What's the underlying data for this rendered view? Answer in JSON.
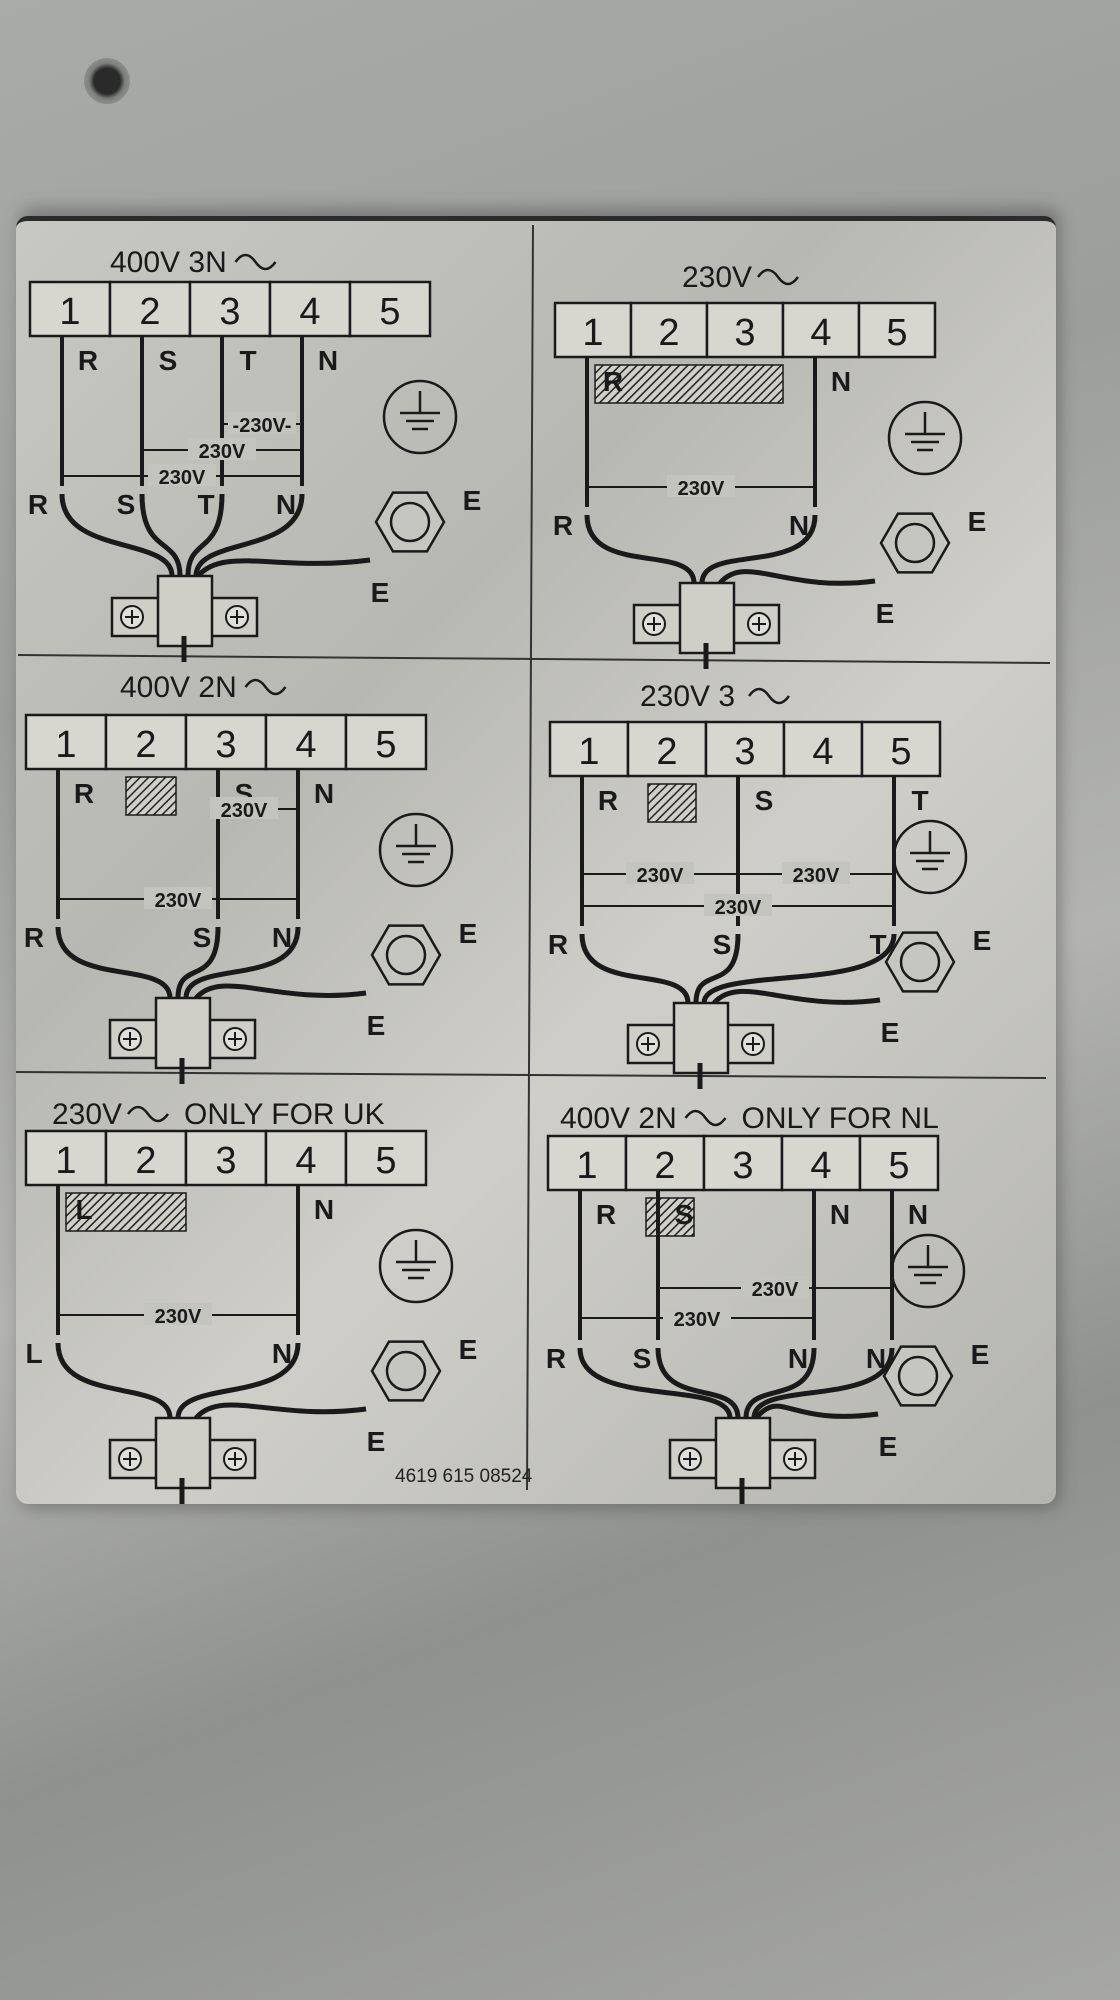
{
  "part_number": "4619 615 08524",
  "panels": [
    {
      "id": "p1",
      "title": "400V 3N",
      "terminals": [
        "1",
        "2",
        "3",
        "4",
        "5"
      ],
      "wire_labels_top": [
        "R",
        "S",
        "T",
        "N"
      ],
      "voltages": [
        "-230V-",
        "230V",
        "230V"
      ],
      "wire_labels_bottom": [
        "R",
        "S",
        "T",
        "N"
      ],
      "earth_label": "E",
      "earth_wire_label": "E"
    },
    {
      "id": "p2",
      "title": "230V",
      "terminals": [
        "1",
        "2",
        "3",
        "4",
        "5"
      ],
      "wire_labels_top": [
        "R",
        "N"
      ],
      "voltages": [
        "230V"
      ],
      "wire_labels_bottom": [
        "R",
        "N"
      ],
      "earth_label": "E",
      "earth_wire_label": "E"
    },
    {
      "id": "p3",
      "title": "400V 2N",
      "terminals": [
        "1",
        "2",
        "3",
        "4",
        "5"
      ],
      "wire_labels_top": [
        "R",
        "S",
        "N"
      ],
      "voltages": [
        "230V",
        "230V"
      ],
      "wire_labels_bottom": [
        "R",
        "S",
        "N"
      ],
      "earth_label": "E",
      "earth_wire_label": "E"
    },
    {
      "id": "p4",
      "title": "230V 3",
      "terminals": [
        "1",
        "2",
        "3",
        "4",
        "5"
      ],
      "wire_labels_top": [
        "R",
        "S",
        "T"
      ],
      "voltages": [
        "230V",
        "230V",
        "230V"
      ],
      "wire_labels_bottom": [
        "R",
        "S",
        "T"
      ],
      "earth_label": "E",
      "earth_wire_label": "E"
    },
    {
      "id": "p5",
      "title": "230V",
      "title_suffix": "ONLY FOR UK",
      "terminals": [
        "1",
        "2",
        "3",
        "4",
        "5"
      ],
      "wire_labels_top": [
        "L",
        "N"
      ],
      "voltages": [
        "230V"
      ],
      "wire_labels_bottom": [
        "L",
        "N"
      ],
      "earth_label": "E",
      "earth_wire_label": "E"
    },
    {
      "id": "p6",
      "title": "400V 2N",
      "title_suffix": "ONLY FOR NL",
      "terminals": [
        "1",
        "2",
        "3",
        "4",
        "5"
      ],
      "wire_labels_top": [
        "R",
        "S",
        "N",
        "N"
      ],
      "voltages": [
        "230V",
        "230V"
      ],
      "wire_labels_bottom": [
        "R",
        "S",
        "N",
        "N"
      ],
      "earth_label": "E",
      "earth_wire_label": "E"
    }
  ],
  "icons": {
    "earth": "earth-ground-icon",
    "nut": "hex-nut-icon",
    "clamp": "cable-clamp-icon",
    "ac": "ac-tilde-icon"
  }
}
